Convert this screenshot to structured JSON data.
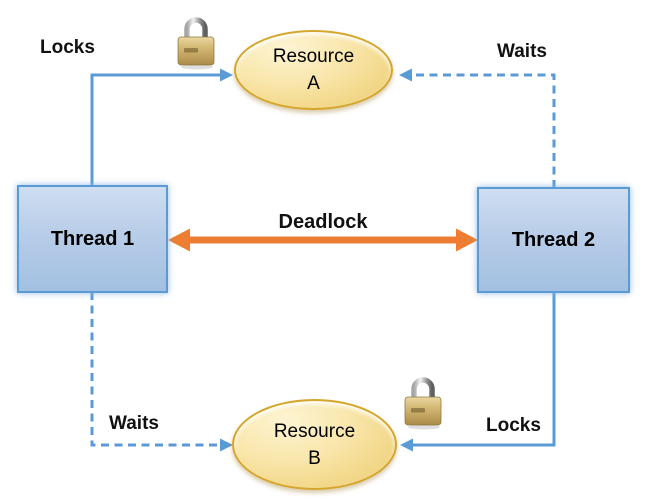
{
  "diagram": {
    "type": "deadlock-diagram",
    "background": "#FFFFFF",
    "nodes": {
      "thread1": {
        "label": "Thread 1",
        "shape": "rectangle"
      },
      "thread2": {
        "label": "Thread 2",
        "shape": "rectangle"
      },
      "resourceA": {
        "line1": "Resource",
        "line2": "A",
        "shape": "ellipse"
      },
      "resourceB": {
        "line1": "Resource",
        "line2": "B",
        "shape": "ellipse"
      }
    },
    "edges": [
      {
        "id": "t1-locks-a",
        "from": "thread1",
        "to": "resourceA",
        "label": "Locks",
        "style": "solid"
      },
      {
        "id": "t2-waits-a",
        "from": "thread2",
        "to": "resourceA",
        "label": "Waits",
        "style": "dashed"
      },
      {
        "id": "t1-waits-b",
        "from": "thread1",
        "to": "resourceB",
        "label": "Waits",
        "style": "dashed"
      },
      {
        "id": "t2-locks-b",
        "from": "thread2",
        "to": "resourceB",
        "label": "Locks",
        "style": "solid"
      },
      {
        "id": "deadlock",
        "from": "thread1",
        "to": "thread2",
        "label": "Deadlock",
        "style": "double-headed"
      }
    ],
    "icons": {
      "resourceA_lock": "padlock-icon",
      "resourceB_lock": "padlock-icon"
    },
    "colors": {
      "arrow_blue": "#5B9BD5",
      "deadlock_orange": "#ED7D31",
      "thread_fill_top": "#CFDEF1",
      "thread_fill_bottom": "#A2C0E1",
      "thread_border": "#5B9BD5",
      "resource_fill_light": "#FDF4D2",
      "resource_fill_dark": "#EECD78",
      "resource_border": "#D5A62C",
      "padlock_brass": "#C9AC66",
      "padlock_shackle": "#BFBFBF",
      "label_text": "#111111",
      "background": "#FFFFFF"
    }
  }
}
